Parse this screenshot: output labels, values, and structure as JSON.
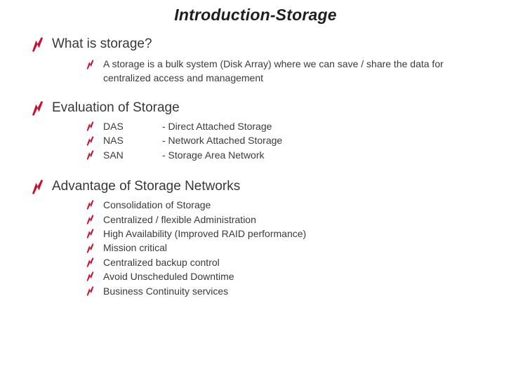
{
  "slide": {
    "title": "Introduction-Storage",
    "accent_color": "#C8102E",
    "text_color": "#333333",
    "background_color": "#FFFFFF",
    "sections": [
      {
        "heading": "What is storage?",
        "items": [
          {
            "text": "A storage is a bulk system (Disk Array) where we can save / share the data for centralized access and management"
          }
        ]
      },
      {
        "heading": "Evaluation of Storage",
        "items": [
          {
            "term": "DAS",
            "definition": "- Direct Attached Storage"
          },
          {
            "term": "NAS",
            "definition": "- Network Attached Storage"
          },
          {
            "term": "SAN",
            "definition": "- Storage Area Network"
          }
        ]
      },
      {
        "heading": "Advantage of Storage Networks",
        "items": [
          {
            "text": "Consolidation of Storage"
          },
          {
            "text": "Centralized / flexible Administration"
          },
          {
            "text": "High Availability (Improved RAID performance)"
          },
          {
            "text": "Mission critical"
          },
          {
            "text": "Centralized backup control"
          },
          {
            "text": "Avoid Unscheduled Downtime"
          },
          {
            "text": "Business Continuity services"
          }
        ]
      }
    ]
  }
}
